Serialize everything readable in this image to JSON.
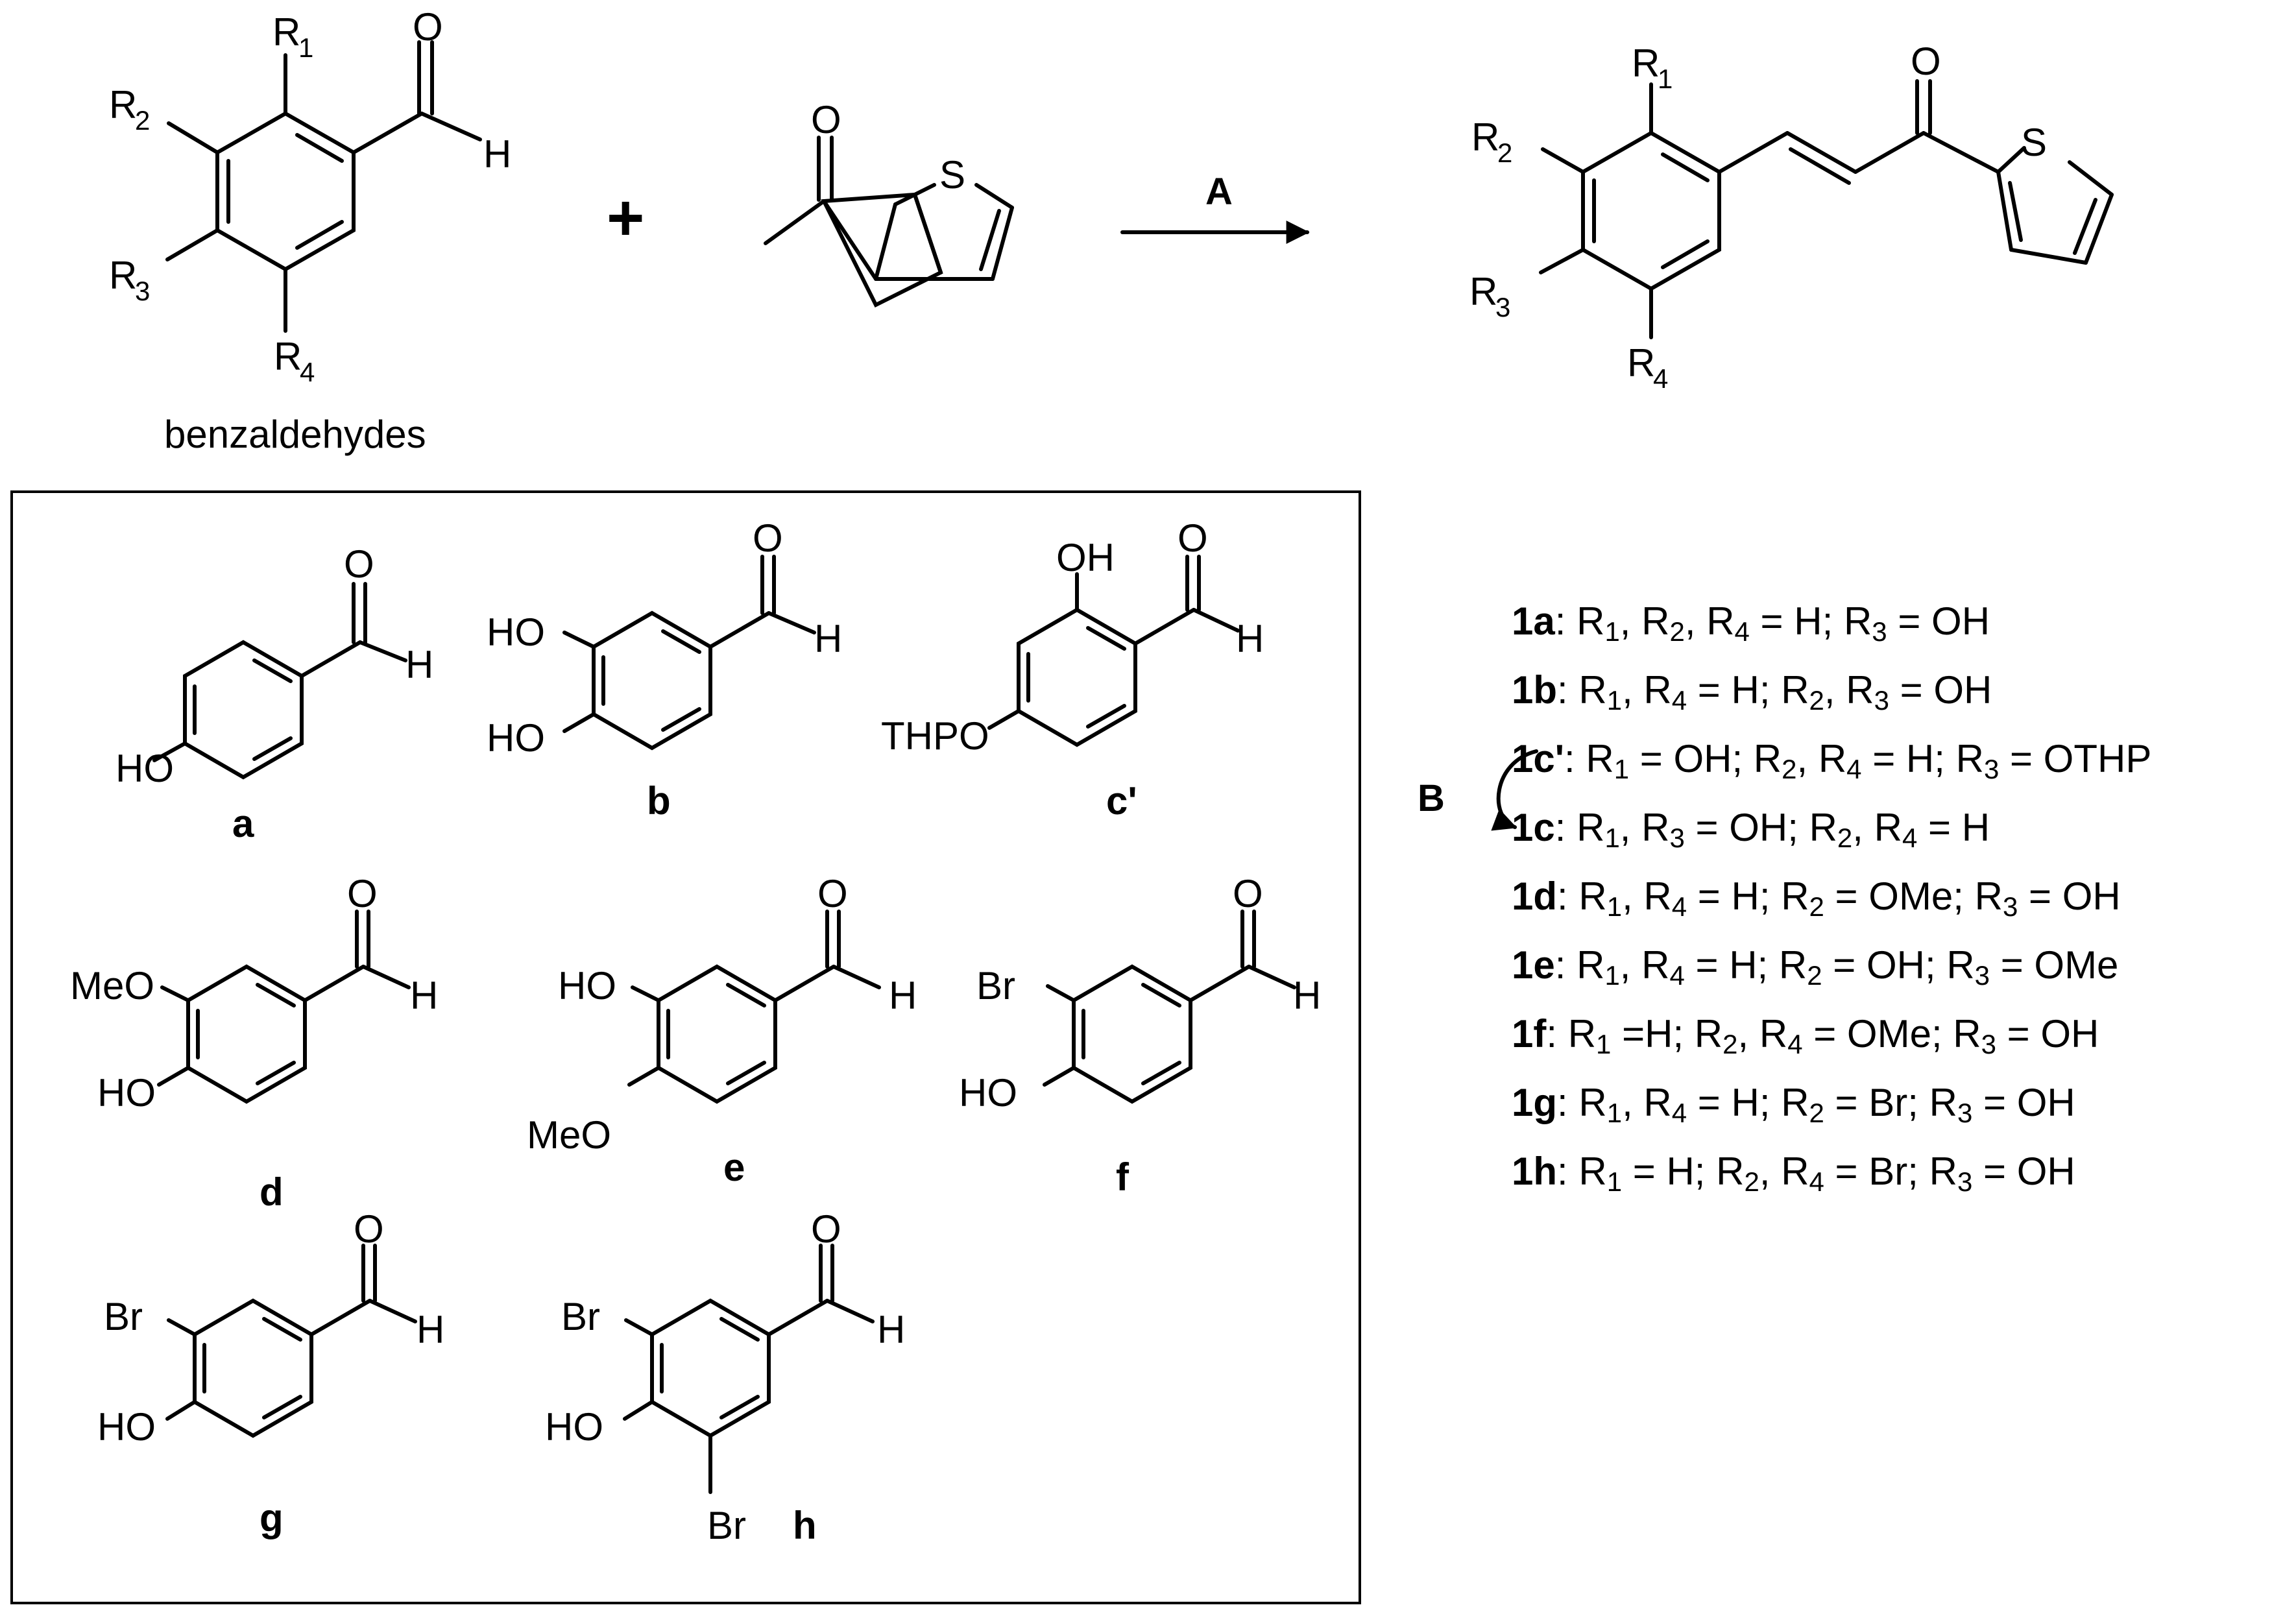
{
  "reactant": {
    "substituents": [
      "R1",
      "R2",
      "R3",
      "R4"
    ],
    "aldehyde_o": "O",
    "aldehyde_h": "H",
    "caption": "benzaldehydes"
  },
  "plus_sign": "+",
  "thiophene_atoms": {
    "oxygen": "O",
    "sulfur": "S"
  },
  "reaction_condition": "A",
  "product": {
    "substituents": [
      "R1",
      "R2",
      "R3",
      "R4"
    ],
    "oxygen": "O",
    "sulfur": "S"
  },
  "aldehydes": [
    {
      "id": "a",
      "groups": [
        "HO"
      ]
    },
    {
      "id": "b",
      "groups": [
        "HO",
        "HO"
      ]
    },
    {
      "id": "c'",
      "groups": [
        "OH",
        "THPO"
      ]
    },
    {
      "id": "d",
      "groups": [
        "MeO",
        "HO"
      ]
    },
    {
      "id": "e",
      "groups": [
        "HO",
        "MeO"
      ]
    },
    {
      "id": "f",
      "groups": [
        "Br",
        "HO"
      ]
    },
    {
      "id": "g",
      "groups": [
        "Br",
        "HO"
      ]
    },
    {
      "id": "h",
      "groups": [
        "Br",
        "HO",
        "Br"
      ]
    }
  ],
  "aldehyde_atoms": {
    "oxygen": "O",
    "hydrogen": "H"
  },
  "deprotection_step": "B",
  "compounds": [
    {
      "id": "1a",
      "text": ": R1, R2, R4 = H; R3 = OH"
    },
    {
      "id": "1b",
      "text": ": R1, R4 = H; R2, R3 = OH"
    },
    {
      "id": "1c'",
      "text": ": R1 = OH; R2, R4 = H; R3 = OTHP"
    },
    {
      "id": "1c",
      "text": ": R1, R3 = OH; R2, R4 = H"
    },
    {
      "id": "1d",
      "text": ": R1, R4 = H; R2 = OMe; R3 = OH"
    },
    {
      "id": "1e",
      "text": ": R1, R4 = H; R2 = OH; R3 = OMe"
    },
    {
      "id": "1f",
      "text": ": R1 =H; R2, R4 = OMe; R3 = OH"
    },
    {
      "id": "1g",
      "text": ": R1, R4 = H; R2 = Br; R3 = OH"
    },
    {
      "id": "1h",
      "text": ": R1 = H; R2, R4 = Br; R3 = OH"
    }
  ]
}
